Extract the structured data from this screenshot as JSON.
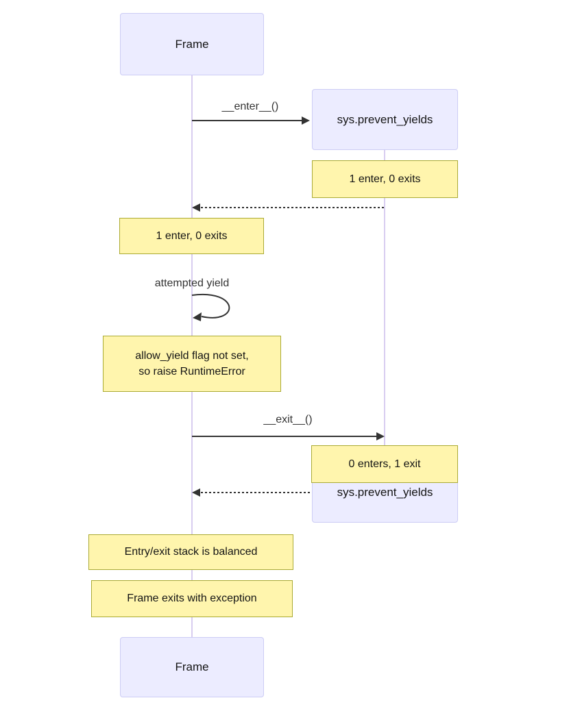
{
  "diagram": {
    "type": "sequence",
    "actors": {
      "frame_top": "Frame",
      "frame_bottom": "Frame",
      "sys_top": "sys.prevent_yields",
      "sys_bottom": "sys.prevent_yields"
    },
    "messages": {
      "enter": "__enter__()",
      "exit": "__exit__()",
      "attempted_yield": "attempted yield"
    },
    "notes": {
      "sys_after_enter": "1 enter, 0 exits",
      "frame_after_enter": "1 enter, 0 exits",
      "yield_error": "allow_yield flag not set,\nso raise RuntimeError",
      "sys_after_exit": "0 enters, 1 exit",
      "stack_balanced": "Entry/exit stack is balanced",
      "frame_exception": "Frame exits with exception"
    },
    "colors": {
      "actor_fill": "#ECECFF",
      "actor_border": "#CCCCF5",
      "note_fill": "#FFF5AD",
      "note_border": "#AAAA33",
      "lifeline": "#D8CDF0",
      "arrow": "#333333",
      "text": "#141414",
      "msg_text": "#333333",
      "background": "#FFFFFF"
    }
  }
}
